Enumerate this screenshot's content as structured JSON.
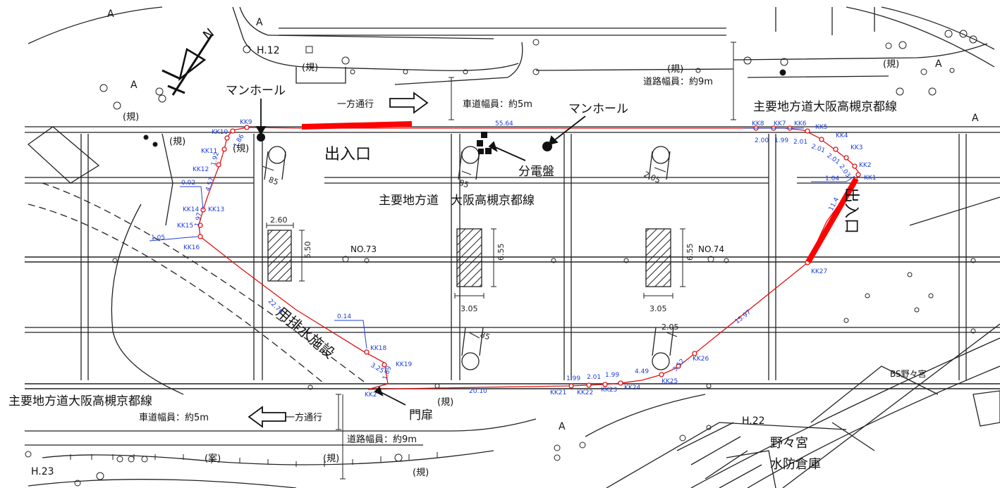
{
  "map": {
    "labels": {
      "manhole_1": "マンホール",
      "manhole_2": "マンホール",
      "entrance_top": "出入口",
      "entrance_right": "出入口",
      "panel": "分電盤",
      "road_center": "主要地方道　大阪高槻京都線",
      "road_top_right": "主要地方道大阪高槻京都線",
      "road_bottom_left": "主要地方道大阪高槻京都線",
      "one_way_top": "一方通行",
      "one_way_bottom": "一方通行",
      "carriage_width_top": "車道幅員：約5m",
      "carriage_width_bottom": "車道幅員：約5m",
      "road_width_top": "道路幅員：約9m",
      "road_width_bottom": "道路幅員：約9m",
      "drainage": "用排水施設",
      "gate": "門扉",
      "no73": "NO.73",
      "no74": "NO.74",
      "h12": "H.12",
      "h22": "H.22",
      "h23": "H.23",
      "bs_nonomiya": "BS野々宮",
      "warehouse_1": "野々宮",
      "warehouse_2": "水防倉庫",
      "kisei_1": "(規)",
      "kisei_2": "(規)",
      "kisei_3": "(規)",
      "kisei_4": "(規)",
      "kisei_5": "(規)",
      "kisei_6": "(規)",
      "kisei_7": "(規)",
      "kisei_8": "(規)",
      "kisei_9": "(規)",
      "an": "(案)",
      "a1": "A",
      "a2": "A",
      "a3": "A",
      "a4": "A",
      "a5": "A",
      "a6": "A"
    },
    "points": [
      "KK1",
      "KK2",
      "KK3",
      "KK4",
      "KK5",
      "KK6",
      "KK7",
      "KK8",
      "KK9",
      "KK10",
      "KK11",
      "KK12",
      "KK13",
      "KK14",
      "KK15",
      "KK16",
      "KK18",
      "KK19",
      "KK2",
      "KK21",
      "KK22",
      "KK23",
      "KK24",
      "KK25",
      "KK26",
      "KK27"
    ],
    "distances": {
      "d_top": "55.64",
      "d_kk8": "2.00",
      "d_kk7": "1.99",
      "d_kk6": "2.01",
      "d_kk5": "2.01",
      "d_kk4": "2.01",
      "d_kk3": "2.03",
      "d_kk1": "1.04",
      "d_right": "11.4",
      "d_kk11": "1.92",
      "d_kk10": "1.86",
      "d_kk12": "4.57",
      "d_kk13": "1.97",
      "d_002": "0.02",
      "d_105": "1.05",
      "d_diag": "22.76",
      "d_014": "0.14",
      "d_325": "3.25",
      "d_189": "1.89",
      "d_bottom": "20.10",
      "d_199a": "1.99",
      "d_201": "2.01",
      "d_199b": "1.99",
      "d_449": "4.49",
      "d_352": "3.52",
      "d_1597": "15.97"
    },
    "dims": {
      "w85a": "85",
      "w85b": "85",
      "w85c": "85",
      "w205a": "2.05",
      "w205b": "2.05",
      "w260": "2.60",
      "h550": "5.50",
      "h655a": "6.55",
      "h655b": "6.55",
      "w305a": "3.05",
      "w305b": "3.05"
    },
    "colors": {
      "boundary": "#e01414",
      "entrance": "#ff0000",
      "annotation": "#1f3fd6",
      "ink": "#111111"
    }
  }
}
